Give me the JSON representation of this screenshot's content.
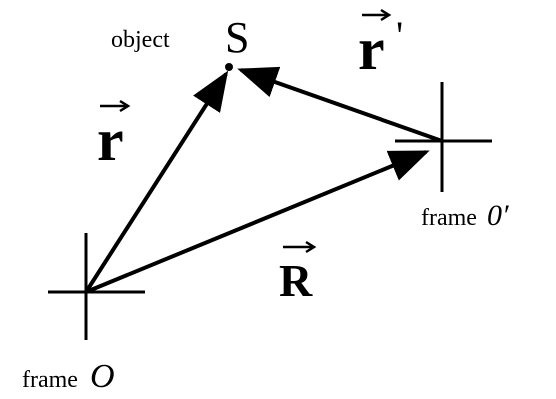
{
  "diagram": {
    "object_label": "object",
    "object_symbol": "S",
    "vector_r": "r",
    "vector_r_prime": "r",
    "vector_r_prime_mark": "'",
    "vector_R": "R",
    "frame_O_word": "frame",
    "frame_O_symbol": "O",
    "frame_O_prime_word": "frame",
    "frame_O_prime_symbol": "0′"
  },
  "colors": {
    "ink": "#000000",
    "background": "#ffffff"
  }
}
